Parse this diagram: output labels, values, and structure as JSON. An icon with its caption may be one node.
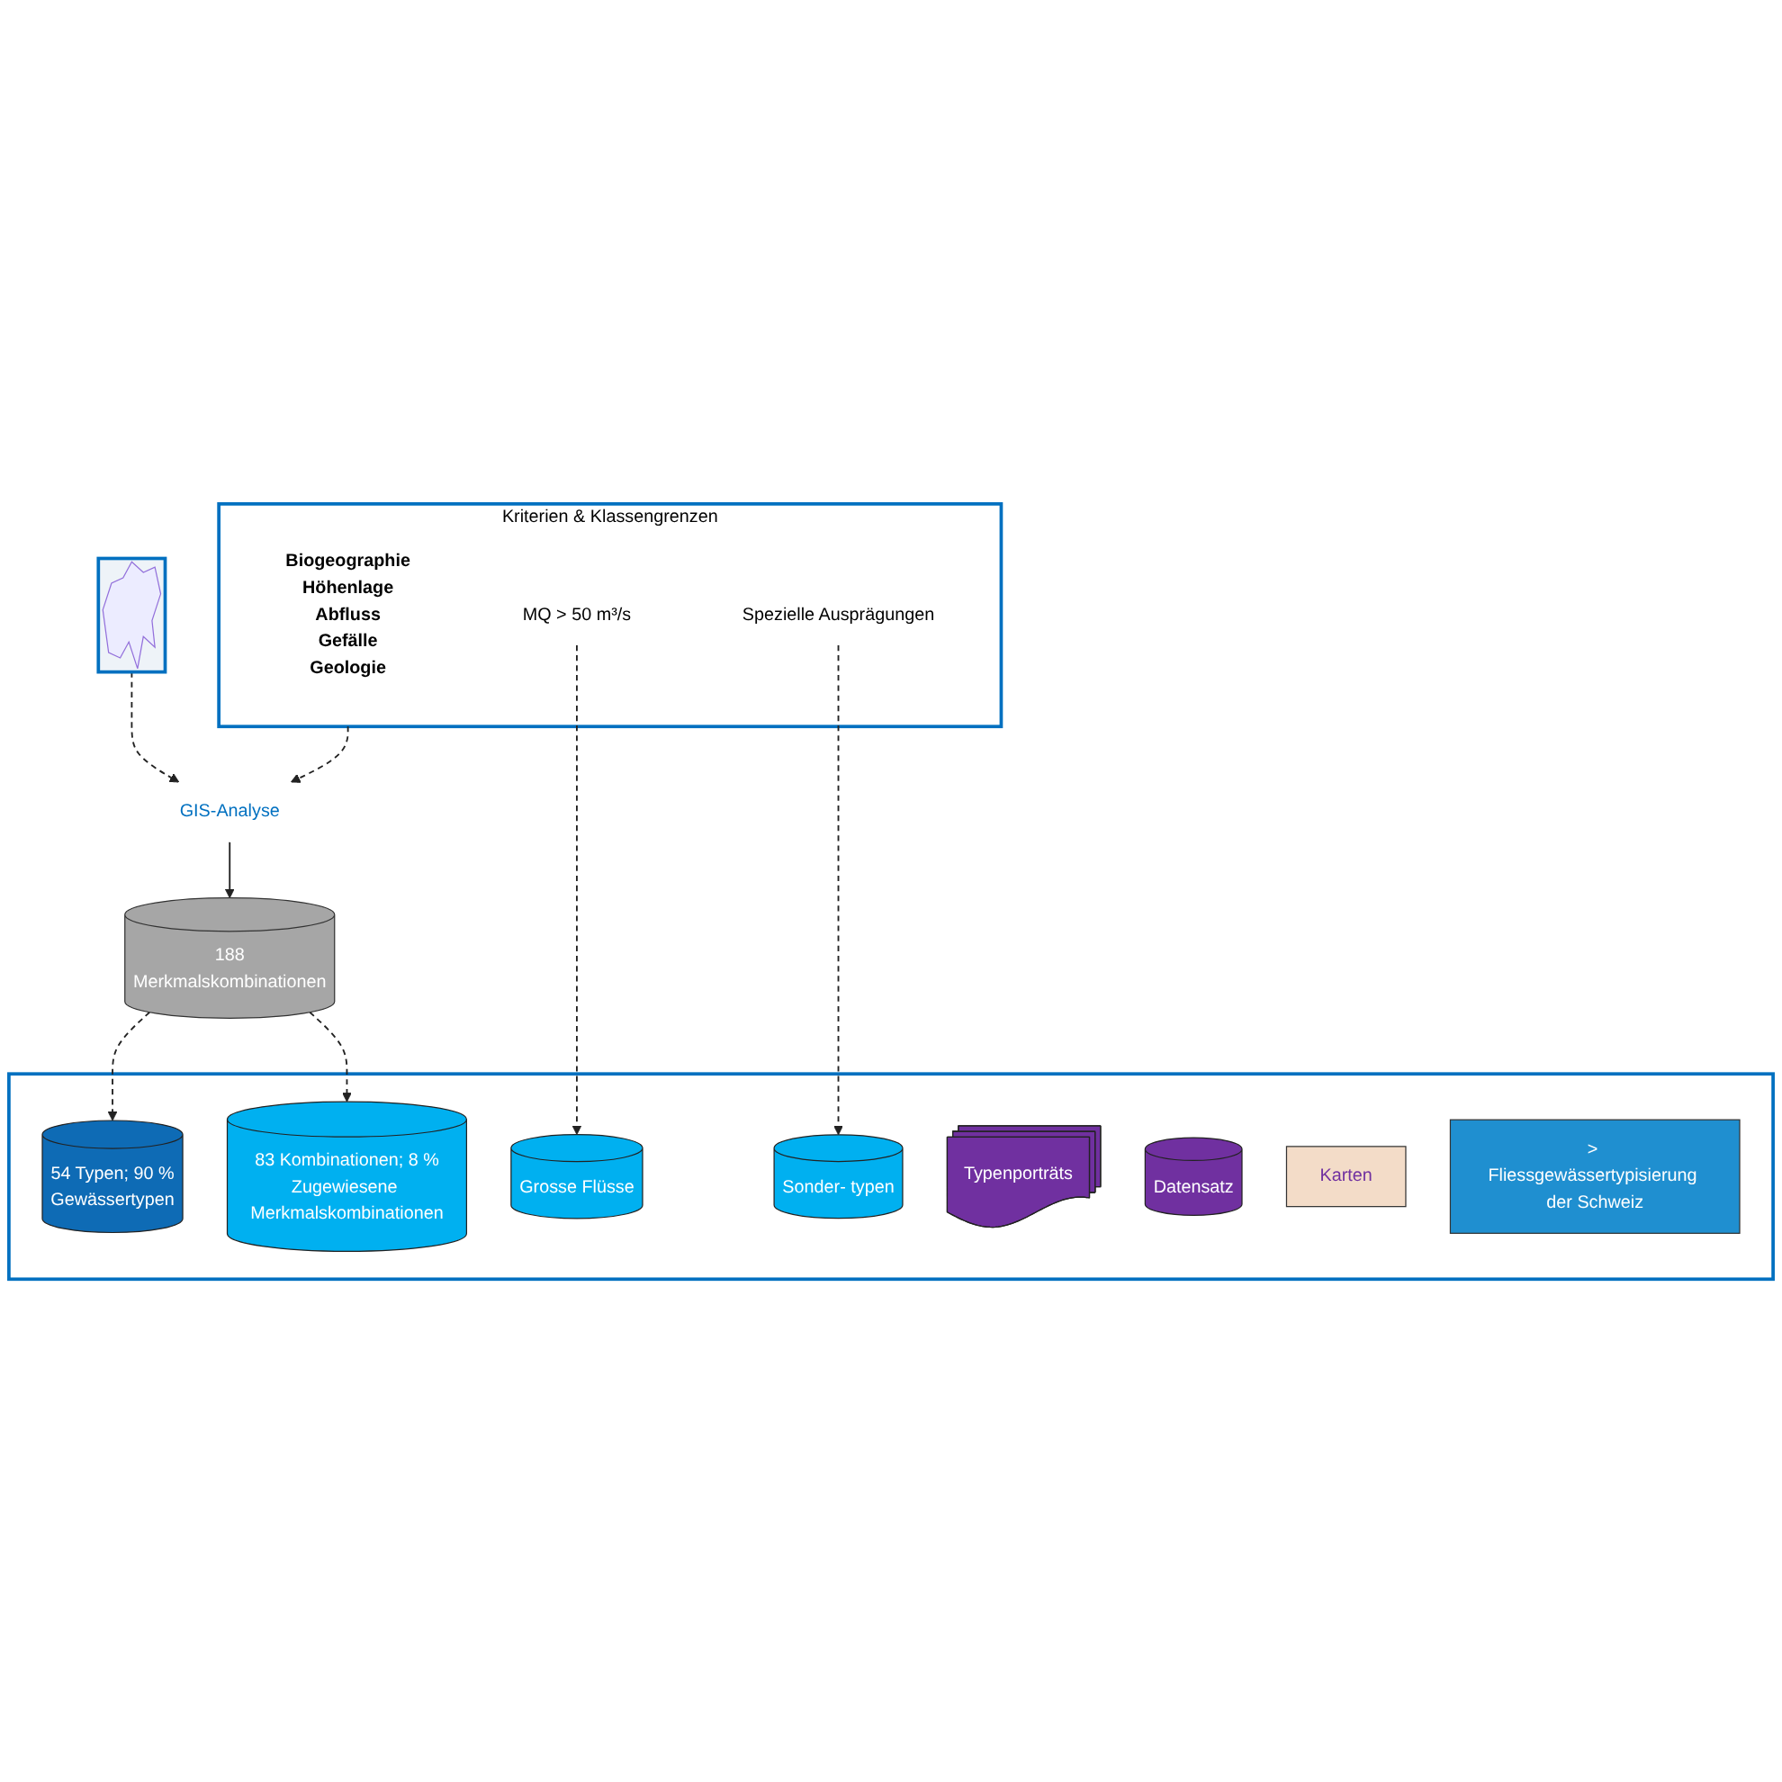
{
  "diagram": {
    "nodes": [
      {
        "text": [],
        "shape": "picture"
      },
      {
        "text": [
          "Kriterien & Klassengrenzen",
          "Biogeographie",
          "Höhenlage",
          "Abfluss",
          "Gefälle",
          "Geologie"
        ]
      },
      {
        "text": [
          "MQ > 50 m³/s"
        ],
        "in": 1
      },
      {
        "text": [
          "Spezielle Ausprägungen"
        ],
        "in": 1
      },
      {
        "text": [
          "GIS-Analyse"
        ]
      },
      {
        "text": [
          "188",
          "Merkmalskombinationen"
        ]
      },
      {
        "text": [],
        "shape": "box"
      },
      {
        "text": [
          "54 Typen; 90 %",
          "Gewässertypen"
        ],
        "in": 6
      },
      {
        "text": [
          "83 Kombinationen; 8 %",
          "Zugewiesene Merkmalskombinationen"
        ],
        "in": 6
      },
      {
        "text": [
          "Grosse Flüsse"
        ],
        "in": 6
      },
      {
        "text": [
          "Sonder- typen"
        ],
        "in": 6
      },
      {
        "text": [
          "Typenporträts"
        ],
        "in": 6
      },
      {
        "text": [
          "Datensatz"
        ],
        "in": 6
      },
      {
        "text": [
          "Karten"
        ],
        "in": 6
      },
      {
        "text": [
          "> Fliessgewässertypisierung der Schweiz"
        ],
        "in": 6
      }
    ],
    "edges": [
      {
        "from": 0,
        "to": 4,
        "arrow": "to",
        "style": "dashed"
      },
      {
        "from": 1,
        "to": 4,
        "arrow": "to",
        "style": "dashed"
      },
      {
        "from": 4,
        "to": 5,
        "arrow": "to"
      },
      {
        "from": 5,
        "to": 7,
        "arrow": "to",
        "style": "dashed"
      },
      {
        "from": 5,
        "to": 8,
        "arrow": "to",
        "style": "dashed"
      },
      {
        "from": 2,
        "to": 9,
        "arrow": "to",
        "style": "dashed"
      },
      {
        "from": 3,
        "to": 10,
        "arrow": "to",
        "style": "dashed"
      }
    ]
  }
}
